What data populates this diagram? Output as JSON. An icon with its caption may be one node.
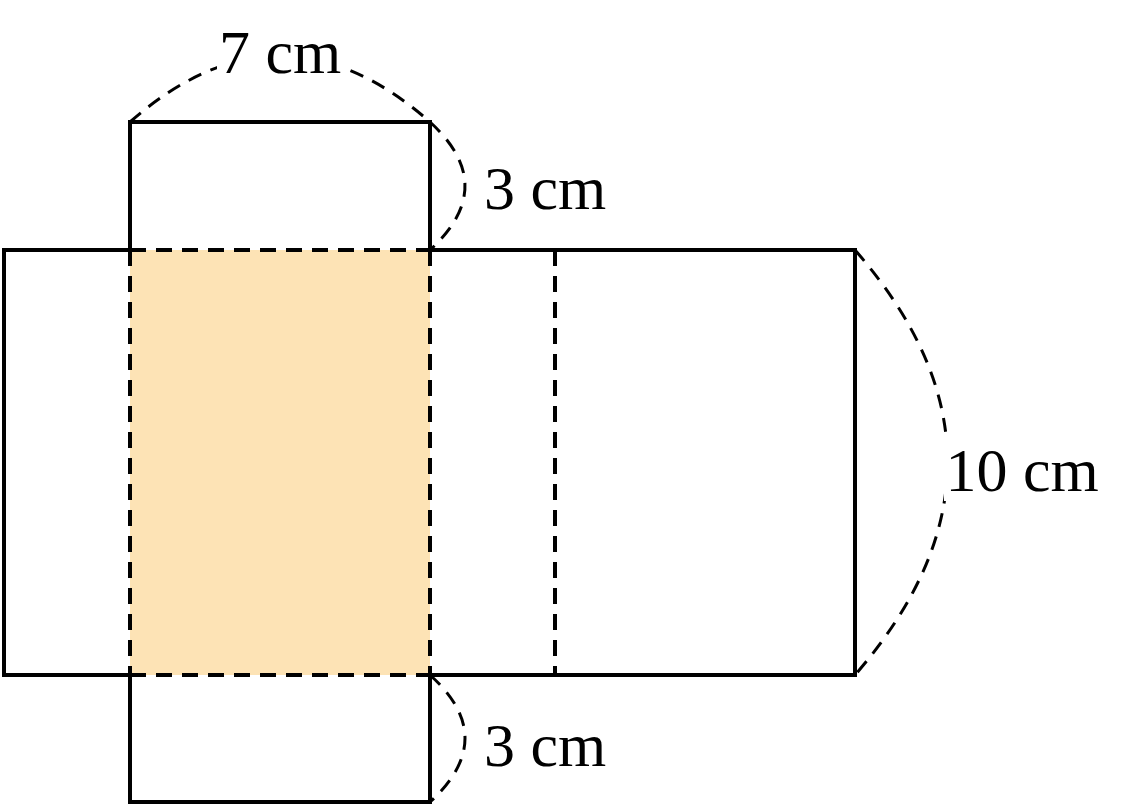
{
  "diagram": {
    "labels": [
      "7 cm",
      "3 cm",
      "10 cm",
      "3 cm"
    ]
  }
}
